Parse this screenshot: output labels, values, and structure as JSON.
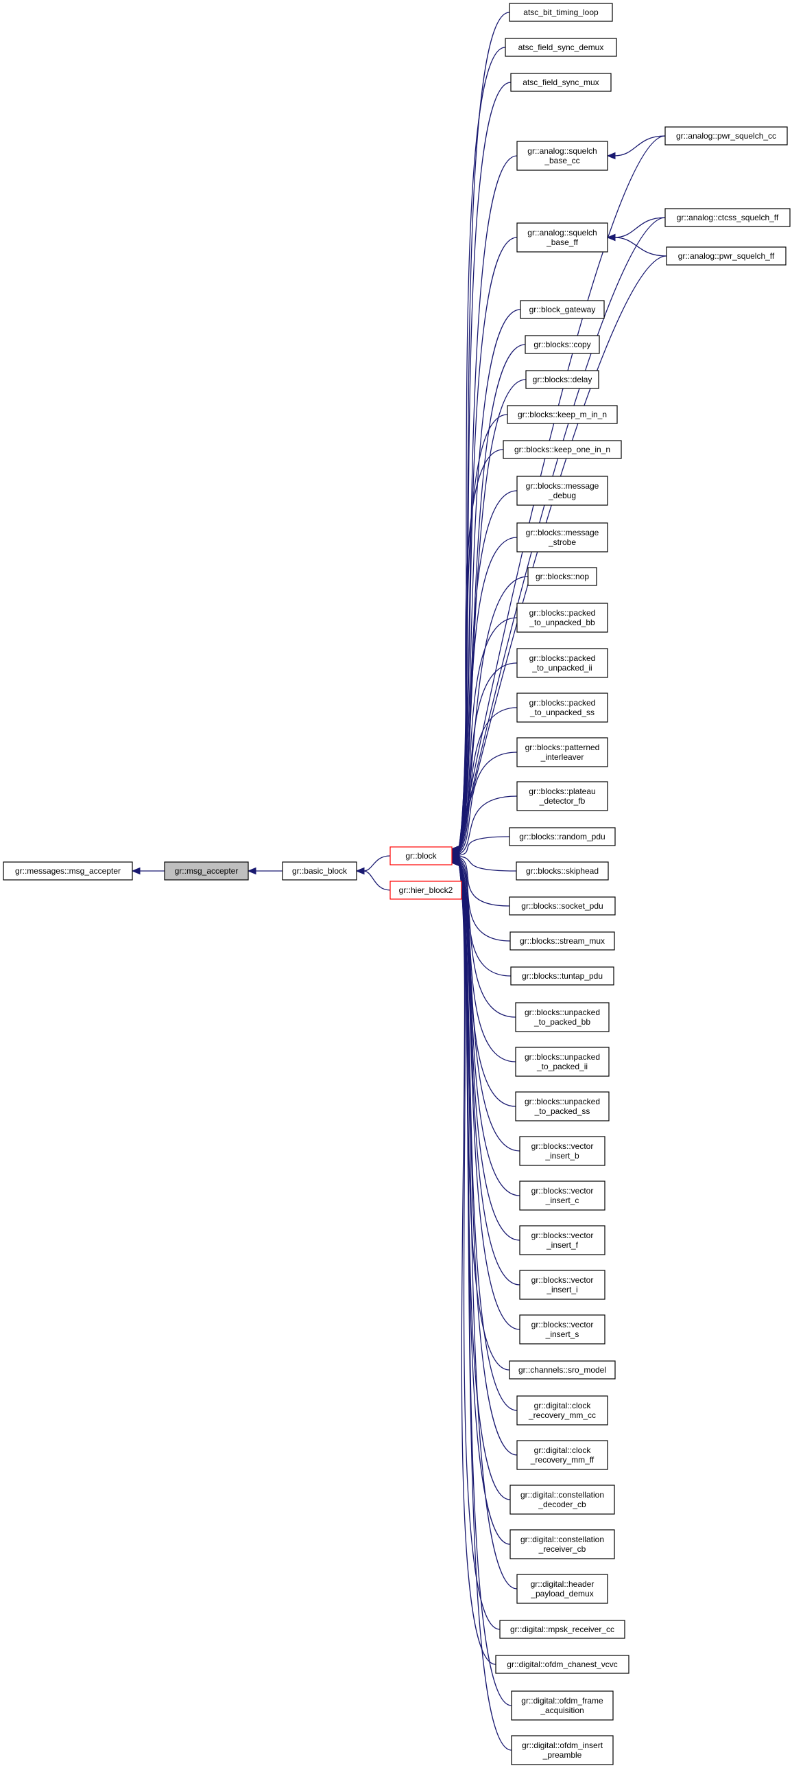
{
  "colors": {
    "edge": "#191970",
    "highlight_fill": "#bfbfbf",
    "red_border": "#ff0000"
  },
  "nodes": {
    "messages_msg_accepter": [
      "gr::messages::msg_accepter"
    ],
    "msg_accepter": [
      "gr::msg_accepter"
    ],
    "basic_block": [
      "gr::basic_block"
    ],
    "block": [
      "gr::block"
    ],
    "hier_block2": [
      "gr::hier_block2"
    ],
    "atsc_bit_timing_loop": [
      "atsc_bit_timing_loop"
    ],
    "atsc_field_sync_demux": [
      "atsc_field_sync_demux"
    ],
    "atsc_field_sync_mux": [
      "atsc_field_sync_mux"
    ],
    "squelch_base_cc": [
      "gr::analog::squelch",
      "_base_cc"
    ],
    "pwr_squelch_cc": [
      "gr::analog::pwr_squelch_cc"
    ],
    "squelch_base_ff": [
      "gr::analog::squelch",
      "_base_ff"
    ],
    "ctcss_squelch_ff": [
      "gr::analog::ctcss_squelch_ff"
    ],
    "pwr_squelch_ff": [
      "gr::analog::pwr_squelch_ff"
    ],
    "block_gateway": [
      "gr::block_gateway"
    ],
    "copy": [
      "gr::blocks::copy"
    ],
    "delay": [
      "gr::blocks::delay"
    ],
    "keep_m_in_n": [
      "gr::blocks::keep_m_in_n"
    ],
    "keep_one_in_n": [
      "gr::blocks::keep_one_in_n"
    ],
    "message_debug": [
      "gr::blocks::message",
      "_debug"
    ],
    "message_strobe": [
      "gr::blocks::message",
      "_strobe"
    ],
    "nop": [
      "gr::blocks::nop"
    ],
    "packed_to_unpacked_bb": [
      "gr::blocks::packed",
      "_to_unpacked_bb"
    ],
    "packed_to_unpacked_ii": [
      "gr::blocks::packed",
      "_to_unpacked_ii"
    ],
    "packed_to_unpacked_ss": [
      "gr::blocks::packed",
      "_to_unpacked_ss"
    ],
    "patterned_interleaver": [
      "gr::blocks::patterned",
      "_interleaver"
    ],
    "plateau_detector_fb": [
      "gr::blocks::plateau",
      "_detector_fb"
    ],
    "random_pdu": [
      "gr::blocks::random_pdu"
    ],
    "skiphead": [
      "gr::blocks::skiphead"
    ],
    "socket_pdu": [
      "gr::blocks::socket_pdu"
    ],
    "stream_mux": [
      "gr::blocks::stream_mux"
    ],
    "tuntap_pdu": [
      "gr::blocks::tuntap_pdu"
    ],
    "unpacked_to_packed_bb": [
      "gr::blocks::unpacked",
      "_to_packed_bb"
    ],
    "unpacked_to_packed_ii": [
      "gr::blocks::unpacked",
      "_to_packed_ii"
    ],
    "unpacked_to_packed_ss": [
      "gr::blocks::unpacked",
      "_to_packed_ss"
    ],
    "vector_insert_b": [
      "gr::blocks::vector",
      "_insert_b"
    ],
    "vector_insert_c": [
      "gr::blocks::vector",
      "_insert_c"
    ],
    "vector_insert_f": [
      "gr::blocks::vector",
      "_insert_f"
    ],
    "vector_insert_i": [
      "gr::blocks::vector",
      "_insert_i"
    ],
    "vector_insert_s": [
      "gr::blocks::vector",
      "_insert_s"
    ],
    "sro_model": [
      "gr::channels::sro_model"
    ],
    "clock_recovery_mm_cc": [
      "gr::digital::clock",
      "_recovery_mm_cc"
    ],
    "clock_recovery_mm_ff": [
      "gr::digital::clock",
      "_recovery_mm_ff"
    ],
    "constellation_decoder_cb": [
      "gr::digital::constellation",
      "_decoder_cb"
    ],
    "constellation_receiver_cb": [
      "gr::digital::constellation",
      "_receiver_cb"
    ],
    "header_payload_demux": [
      "gr::digital::header",
      "_payload_demux"
    ],
    "mpsk_receiver_cc": [
      "gr::digital::mpsk_receiver_cc"
    ],
    "ofdm_chanest_vcvc": [
      "gr::digital::ofdm_chanest_vcvc"
    ],
    "ofdm_frame_acquisition": [
      "gr::digital::ofdm_frame",
      "_acquisition"
    ],
    "ofdm_insert_preamble": [
      "gr::digital::ofdm_insert",
      "_preamble"
    ]
  },
  "edges": [
    [
      "msg_accepter",
      "messages_msg_accepter"
    ],
    [
      "basic_block",
      "msg_accepter"
    ],
    [
      "block",
      "basic_block"
    ],
    [
      "hier_block2",
      "basic_block"
    ],
    [
      "atsc_bit_timing_loop",
      "block"
    ],
    [
      "atsc_field_sync_demux",
      "block"
    ],
    [
      "atsc_field_sync_mux",
      "block"
    ],
    [
      "squelch_base_cc",
      "block"
    ],
    [
      "pwr_squelch_cc",
      "block"
    ],
    [
      "pwr_squelch_cc",
      "squelch_base_cc"
    ],
    [
      "squelch_base_ff",
      "block"
    ],
    [
      "ctcss_squelch_ff",
      "block"
    ],
    [
      "ctcss_squelch_ff",
      "squelch_base_ff"
    ],
    [
      "pwr_squelch_ff",
      "block"
    ],
    [
      "pwr_squelch_ff",
      "squelch_base_ff"
    ],
    [
      "block_gateway",
      "block"
    ],
    [
      "copy",
      "block"
    ],
    [
      "delay",
      "block"
    ],
    [
      "keep_m_in_n",
      "block"
    ],
    [
      "keep_one_in_n",
      "block"
    ],
    [
      "message_debug",
      "block"
    ],
    [
      "message_strobe",
      "block"
    ],
    [
      "nop",
      "block"
    ],
    [
      "packed_to_unpacked_bb",
      "block"
    ],
    [
      "packed_to_unpacked_ii",
      "block"
    ],
    [
      "packed_to_unpacked_ss",
      "block"
    ],
    [
      "patterned_interleaver",
      "block"
    ],
    [
      "plateau_detector_fb",
      "block"
    ],
    [
      "random_pdu",
      "block"
    ],
    [
      "skiphead",
      "block"
    ],
    [
      "socket_pdu",
      "block"
    ],
    [
      "stream_mux",
      "block"
    ],
    [
      "tuntap_pdu",
      "block"
    ],
    [
      "unpacked_to_packed_bb",
      "block"
    ],
    [
      "unpacked_to_packed_ii",
      "block"
    ],
    [
      "unpacked_to_packed_ss",
      "block"
    ],
    [
      "vector_insert_b",
      "block"
    ],
    [
      "vector_insert_c",
      "block"
    ],
    [
      "vector_insert_f",
      "block"
    ],
    [
      "vector_insert_i",
      "block"
    ],
    [
      "vector_insert_s",
      "block"
    ],
    [
      "sro_model",
      "block"
    ],
    [
      "clock_recovery_mm_cc",
      "block"
    ],
    [
      "clock_recovery_mm_ff",
      "block"
    ],
    [
      "constellation_decoder_cb",
      "block"
    ],
    [
      "constellation_receiver_cb",
      "block"
    ],
    [
      "header_payload_demux",
      "block"
    ],
    [
      "mpsk_receiver_cc",
      "block"
    ],
    [
      "ofdm_chanest_vcvc",
      "block"
    ],
    [
      "ofdm_frame_acquisition",
      "block"
    ],
    [
      "ofdm_insert_preamble",
      "block"
    ]
  ]
}
